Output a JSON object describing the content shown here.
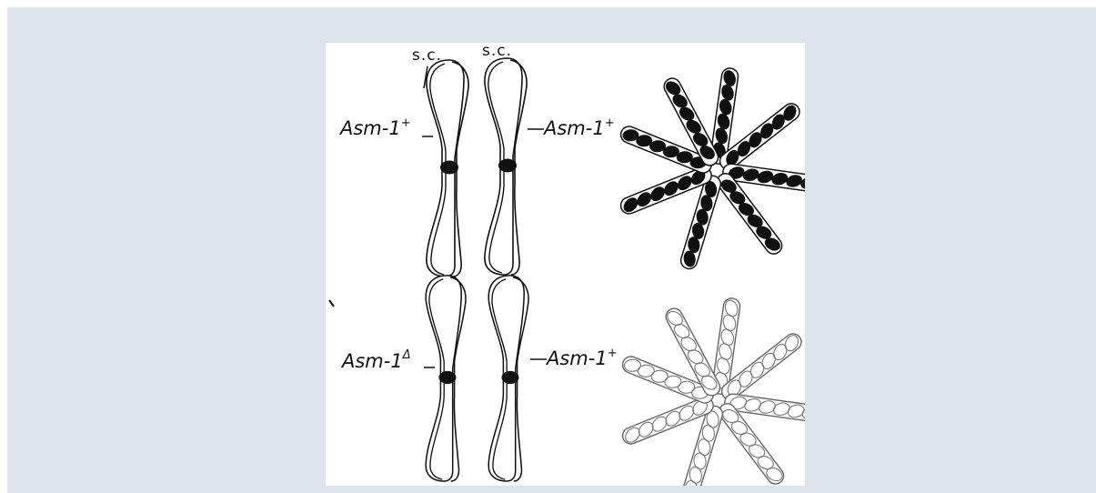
{
  "labels": {
    "sc_left": "s.c.",
    "sc_right": "s.c.",
    "top_left_gene": "Asm-1",
    "top_left_sup": "+",
    "top_right_gene": "Asm-1",
    "top_right_sup": "+",
    "bottom_left_gene": "Asm-1",
    "bottom_left_sup": "Δ",
    "bottom_right_gene": "Asm-1",
    "bottom_right_sup": "+"
  },
  "colors": {
    "frame_bg": "#dfe4ec",
    "ink": "#111111",
    "top_spore": "#111111",
    "bottom_spore": "#ffffff"
  },
  "asci": {
    "top": {
      "spore_style": "dark"
    },
    "bottom": {
      "spore_style": "light"
    }
  }
}
